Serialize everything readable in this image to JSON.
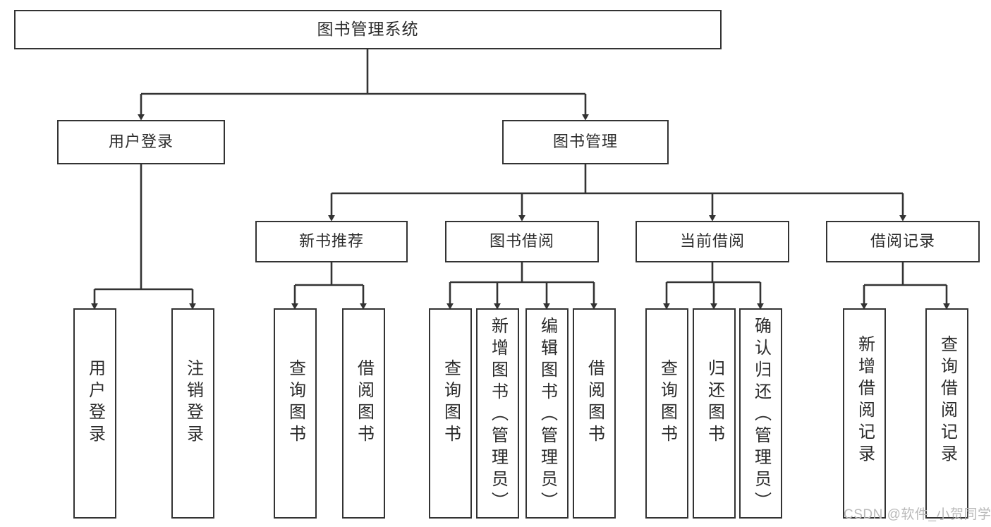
{
  "diagram": {
    "type": "tree",
    "title": "图书管理系统",
    "background_color": "#ffffff",
    "box_border_color": "#333333",
    "box_fill_color": "#ffffff",
    "text_color": "#2b2b2b",
    "connector_color": "#333333",
    "nodes": {
      "root": {
        "label": "图书管理系统"
      },
      "level1": [
        {
          "id": "user-login",
          "label": "用户登录"
        },
        {
          "id": "book-manage",
          "label": "图书管理"
        }
      ],
      "level2": [
        {
          "id": "new-book-recommend",
          "label": "新书推荐"
        },
        {
          "id": "book-borrow",
          "label": "图书借阅"
        },
        {
          "id": "current-borrow",
          "label": "当前借阅"
        },
        {
          "id": "borrow-record",
          "label": "借阅记录"
        }
      ],
      "leaves": {
        "user-login": [
          {
            "id": "leaf-user-login",
            "label": "用户登录"
          },
          {
            "id": "leaf-logout",
            "label": "注销登录"
          }
        ],
        "new-book-recommend": [
          {
            "id": "leaf-query-book-1",
            "label": "查询图书"
          },
          {
            "id": "leaf-borrow-book-1",
            "label": "借阅图书"
          }
        ],
        "book-borrow": [
          {
            "id": "leaf-query-book-2",
            "label": "查询图书"
          },
          {
            "id": "leaf-add-book",
            "label": "新增图书（管理员）"
          },
          {
            "id": "leaf-edit-book",
            "label": "编辑图书（管理员）"
          },
          {
            "id": "leaf-borrow-book-2",
            "label": "借阅图书"
          }
        ],
        "current-borrow": [
          {
            "id": "leaf-query-book-3",
            "label": "查询图书"
          },
          {
            "id": "leaf-return-book",
            "label": "归还图书"
          },
          {
            "id": "leaf-confirm-return",
            "label": "确认归还（管理员）"
          }
        ],
        "borrow-record": [
          {
            "id": "leaf-add-record",
            "label": "新增借阅记录"
          },
          {
            "id": "leaf-query-record",
            "label": "查询借阅记录"
          }
        ]
      }
    }
  },
  "watermark": {
    "text": "CSDN @软件_小贺同学",
    "color": "#b9b9b9"
  }
}
